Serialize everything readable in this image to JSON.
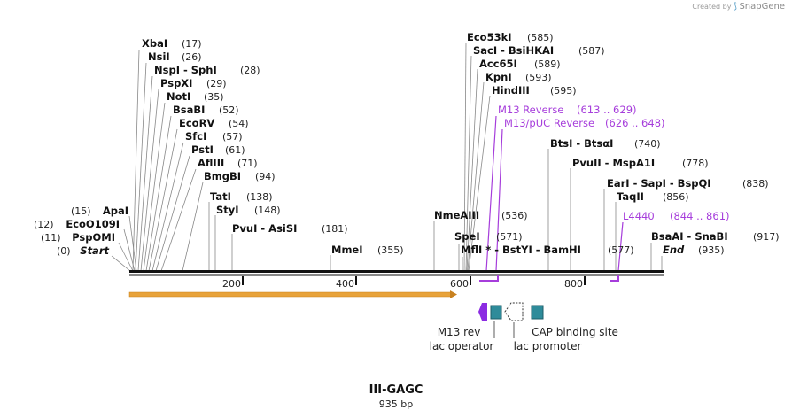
{
  "credit": {
    "prefix": "Created by",
    "brand": "SnapGene"
  },
  "sequence": {
    "name": "III-GAGC",
    "length_label": "935 bp"
  },
  "enzymes": [
    {
      "name": "XbaI",
      "pos": "(17)"
    },
    {
      "name": "NsiI",
      "pos": "(26)"
    },
    {
      "name": "NspI - SphI",
      "pos": "(28)"
    },
    {
      "name": "PspXI",
      "pos": "(29)"
    },
    {
      "name": "NotI",
      "pos": "(35)"
    },
    {
      "name": "BsaBI",
      "pos": "(52)"
    },
    {
      "name": "EcoRV",
      "pos": "(54)"
    },
    {
      "name": "SfcI",
      "pos": "(57)"
    },
    {
      "name": "PstI",
      "pos": "(61)"
    },
    {
      "name": "AflIII",
      "pos": "(71)"
    },
    {
      "name": "BmgBI",
      "pos": "(94)"
    },
    {
      "name": "TatI",
      "pos": "(138)"
    },
    {
      "name": "StyI",
      "pos": "(148)"
    },
    {
      "name": "PvuI - AsiSI",
      "pos": "(181)"
    },
    {
      "name": "MmeI",
      "pos": "(355)"
    },
    {
      "name": "ApaI",
      "pos": "(15)"
    },
    {
      "name": "EcoO109I",
      "pos": "(12)"
    },
    {
      "name": "PspOMI",
      "pos": "(11)"
    },
    {
      "name": "Start",
      "pos": "(0)"
    },
    {
      "name": "Eco53kI",
      "pos": "(585)"
    },
    {
      "name": "SacI - BsiHKAI",
      "pos": "(587)"
    },
    {
      "name": "Acc65I",
      "pos": "(589)"
    },
    {
      "name": "KpnI",
      "pos": "(593)"
    },
    {
      "name": "HindIII",
      "pos": "(595)"
    },
    {
      "name": "NmeAIII",
      "pos": "(536)"
    },
    {
      "name": "SpeI",
      "pos": "(571)"
    },
    {
      "name": "MflI * - BstYI - BamHI",
      "pos": "(577)"
    },
    {
      "name": "BtsI - BtsαI",
      "pos": "(740)"
    },
    {
      "name": "PvuII - MspA1I",
      "pos": "(778)"
    },
    {
      "name": "EarI - SapI - BspQI",
      "pos": "(838)"
    },
    {
      "name": "TaqII",
      "pos": "(856)"
    },
    {
      "name": "BsaAI - SnaBI",
      "pos": "(917)"
    },
    {
      "name": "End",
      "pos": "(935)"
    }
  ],
  "primers": [
    {
      "name": "M13 Reverse",
      "range": "(613 .. 629)"
    },
    {
      "name": "M13/pUC Reverse",
      "range": "(626 .. 648)"
    },
    {
      "name": "L4440",
      "range": "(844 .. 861)"
    }
  ],
  "ruler": {
    "ticks": [
      "200",
      "400",
      "600",
      "800"
    ]
  },
  "features": [
    {
      "name": "M13 rev"
    },
    {
      "name": "lac operator"
    },
    {
      "name": "lac promoter"
    },
    {
      "name": "CAP binding site"
    }
  ],
  "colors": {
    "primer": "#a63ddb",
    "orf": "#e8a33a",
    "feature": "#2e8b9a",
    "backbone": "#111111"
  }
}
